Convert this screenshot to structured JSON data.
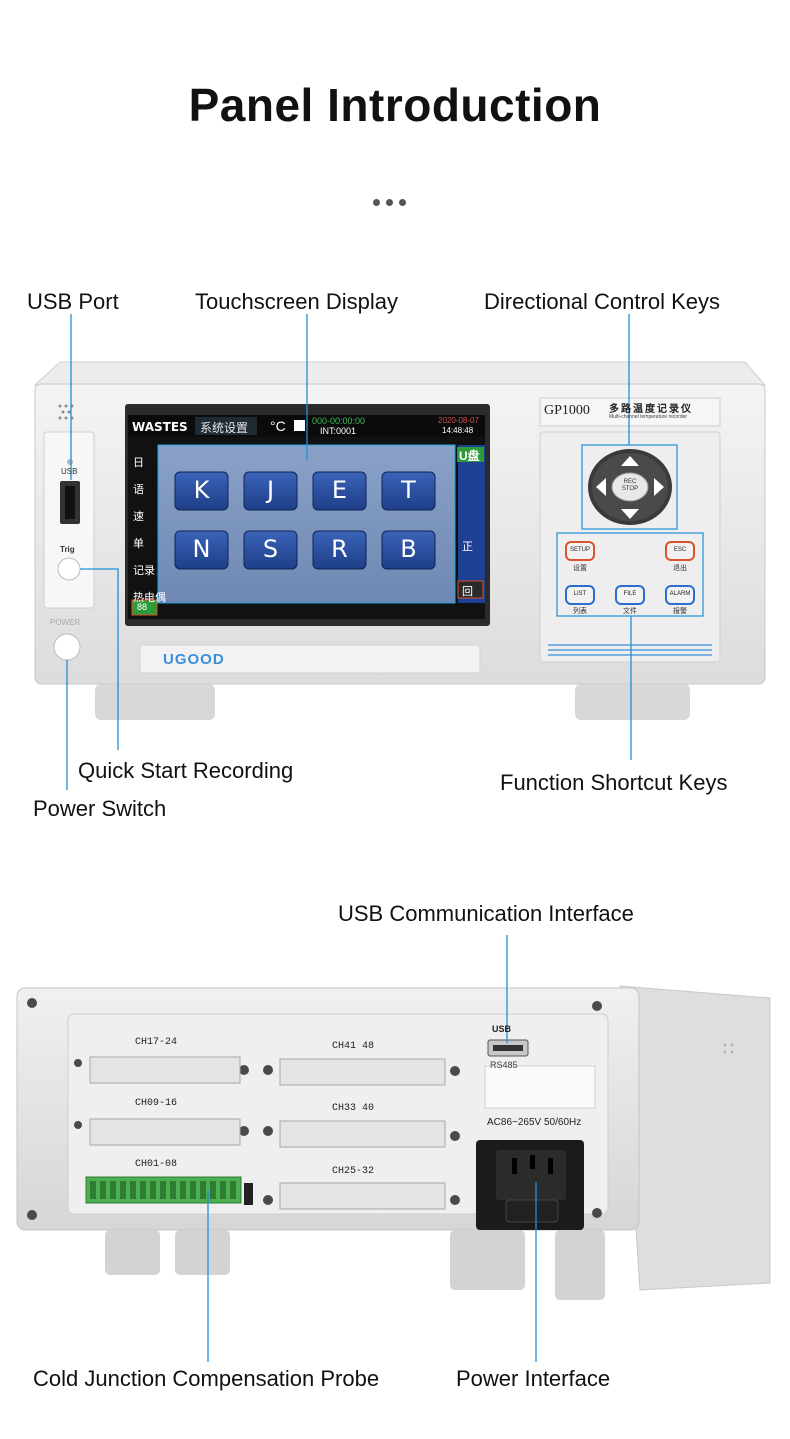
{
  "title": "Panel Introduction",
  "front_labels": {
    "usb_port": "USB Port",
    "touchscreen": "Touchscreen Display",
    "directional": "Directional Control Keys",
    "quick_start": "Quick Start Recording",
    "power_switch": "Power Switch",
    "function_keys": "Function Shortcut Keys"
  },
  "rear_labels": {
    "usb_comm": "USB Communication Interface",
    "cold_junction": "Cold Junction Compensation Probe",
    "power_interface": "Power Interface"
  },
  "device_front": {
    "model": "GP1000",
    "model_cn": "多路温度记录仪",
    "model_sub": "Multi-channel temperature recorder",
    "brand": "UGOOD",
    "usb_mark": "USB",
    "trig_mark": "Trig",
    "power_mark": "POWER",
    "screen": {
      "logo": "WASTES",
      "menu": "系统设置",
      "unit": "°C",
      "timer": "000-00:00:00",
      "interval": "INT:0001",
      "date": "2020-08-07",
      "time": "14:48:48",
      "usb_badge": "U盘",
      "side_items": [
        "日",
        "语",
        "速",
        "单",
        "记录",
        "热电偶"
      ],
      "keys": [
        "K",
        "J",
        "E",
        "T",
        "N",
        "S",
        "R",
        "B"
      ],
      "right_btn1": "正",
      "right_btn2": "回",
      "bottom_btn": "88"
    },
    "nav_center": "REC STOP",
    "fkeys": [
      {
        "label": "SETUP",
        "cn": "设置",
        "color": "#d9532c"
      },
      {
        "label": "ESC",
        "cn": "退出",
        "color": "#d9532c"
      },
      {
        "label": "LIST",
        "cn": "列表",
        "color": "#2a6fd0"
      },
      {
        "label": "FILE",
        "cn": "文件",
        "color": "#2a6fd0"
      },
      {
        "label": "ALARM",
        "cn": "报警",
        "color": "#2a6fd0"
      }
    ]
  },
  "device_rear": {
    "usb_mark": "USB",
    "rs485": "RS485",
    "voltage": "AC86~265V 50/60Hz",
    "slots": [
      {
        "name": "CH17-24"
      },
      {
        "name": "CH41 48"
      },
      {
        "name": "CH09-16"
      },
      {
        "name": "CH33 40"
      },
      {
        "name": "CH01-08"
      },
      {
        "name": "CH25-32"
      }
    ]
  }
}
